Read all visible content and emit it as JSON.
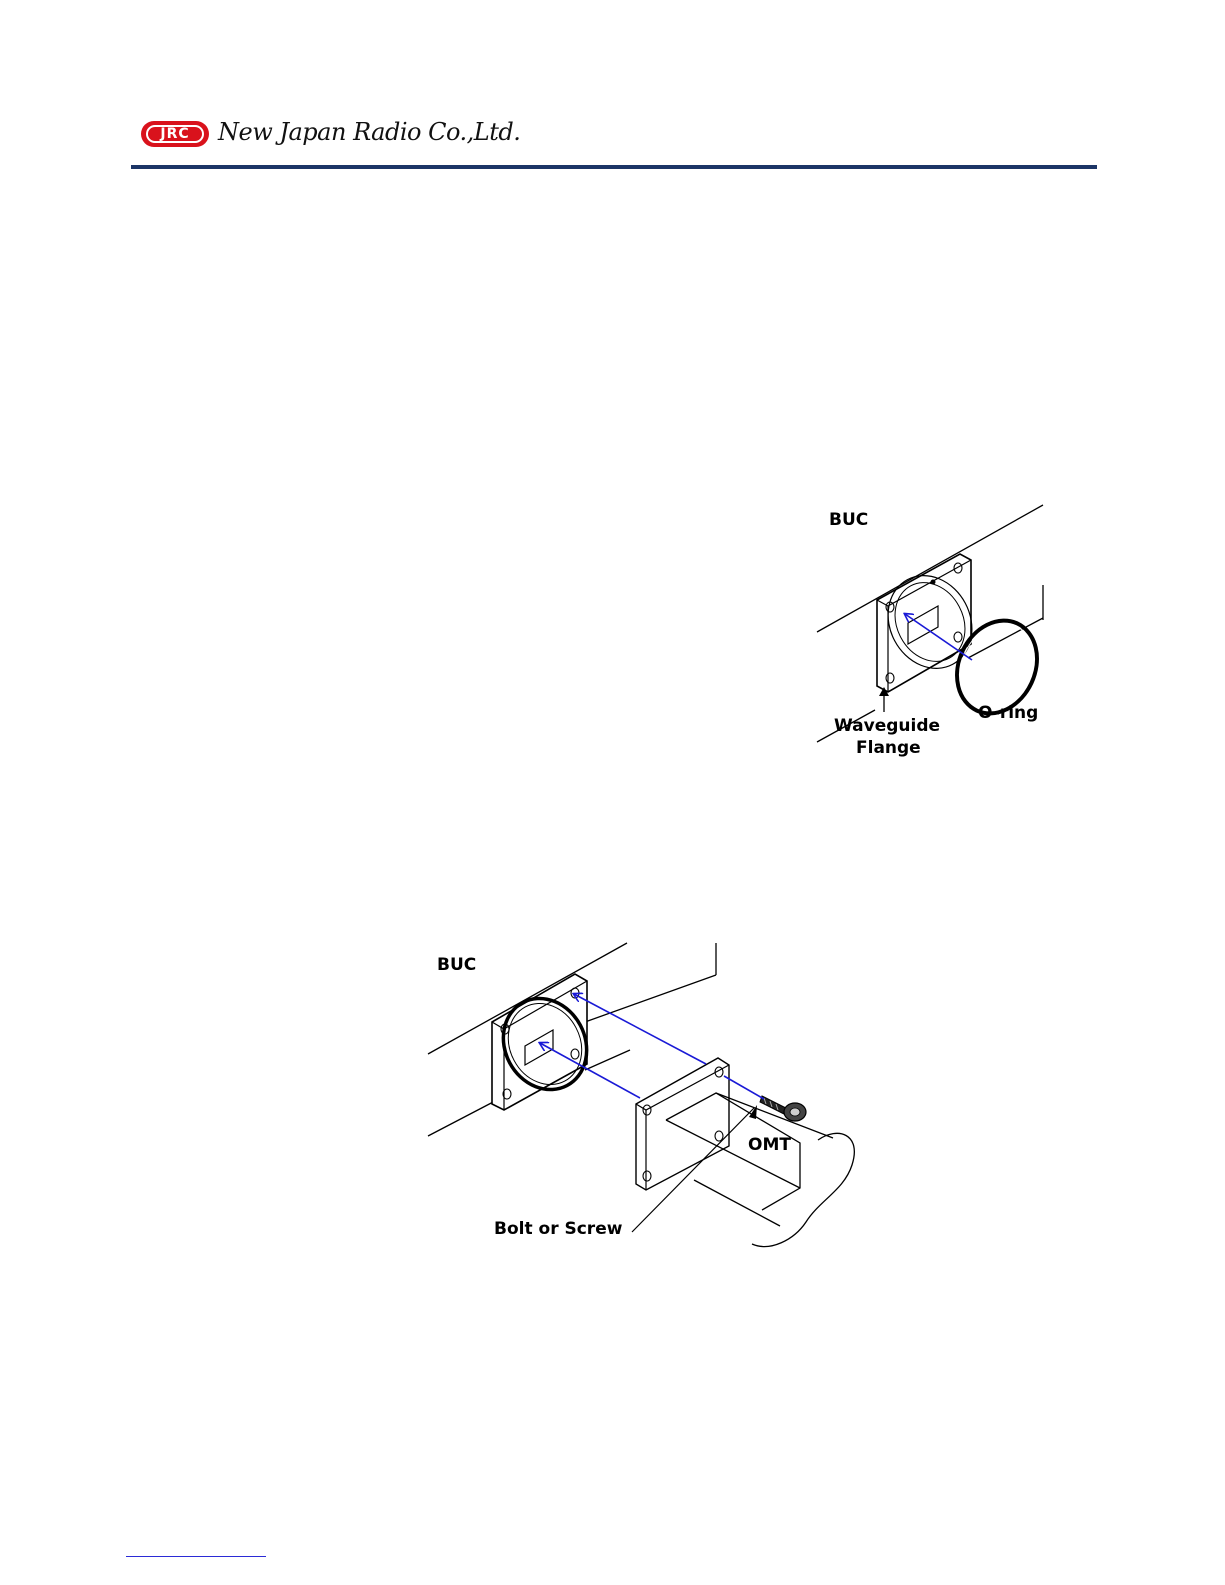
{
  "header": {
    "logo_badge_text": "JRC",
    "company_name": "New Japan Radio Co.,Ltd."
  },
  "figure1": {
    "label_buc": "BUC",
    "label_flange_line1": "Waveguide",
    "label_flange_line2": "Flange",
    "label_oring": "O-ring"
  },
  "figure2": {
    "label_buc": "BUC",
    "label_omt": "OMT",
    "label_bolt": "Bolt or Screw"
  },
  "colors": {
    "brand_red": "#d9121c",
    "header_rule": "#1c3566",
    "arrow_blue": "#1a1ad6"
  }
}
